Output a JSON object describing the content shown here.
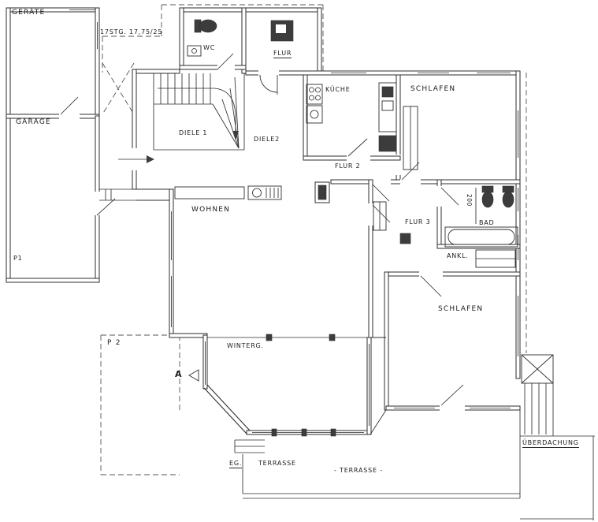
{
  "colors": {
    "background": "#ffffff",
    "line": "#2e2e2e",
    "dark_fill": "#3c3c3c"
  },
  "rooms": {
    "geraete": "GERÄTE",
    "garage": "GARAGE",
    "wc": "WC",
    "flur": "FLUR",
    "kueche": "KÜCHE",
    "schlafen_top": "SCHLAFEN",
    "diele1": "DIELE 1",
    "diele2": "DIELE2",
    "flur2": "FLUR 2",
    "flur3": "FLUR 3",
    "bad": "BAD",
    "ankl": "ANKL.",
    "schlafen_right": "SCHLAFEN",
    "wohnen": "WOHNEN",
    "wintergarten": "WINTERG.",
    "terrasse_left": "TERRASSE",
    "terrasse_center": "- TERRASSE -",
    "ueberdachung": "ÜBERDACHUNG"
  },
  "annotations": {
    "stairs": "17STG. 17,75/25",
    "parking1": "P1",
    "parking2": "P 2",
    "level": "EG.",
    "section_marker": "A",
    "dim_bath": "200"
  }
}
